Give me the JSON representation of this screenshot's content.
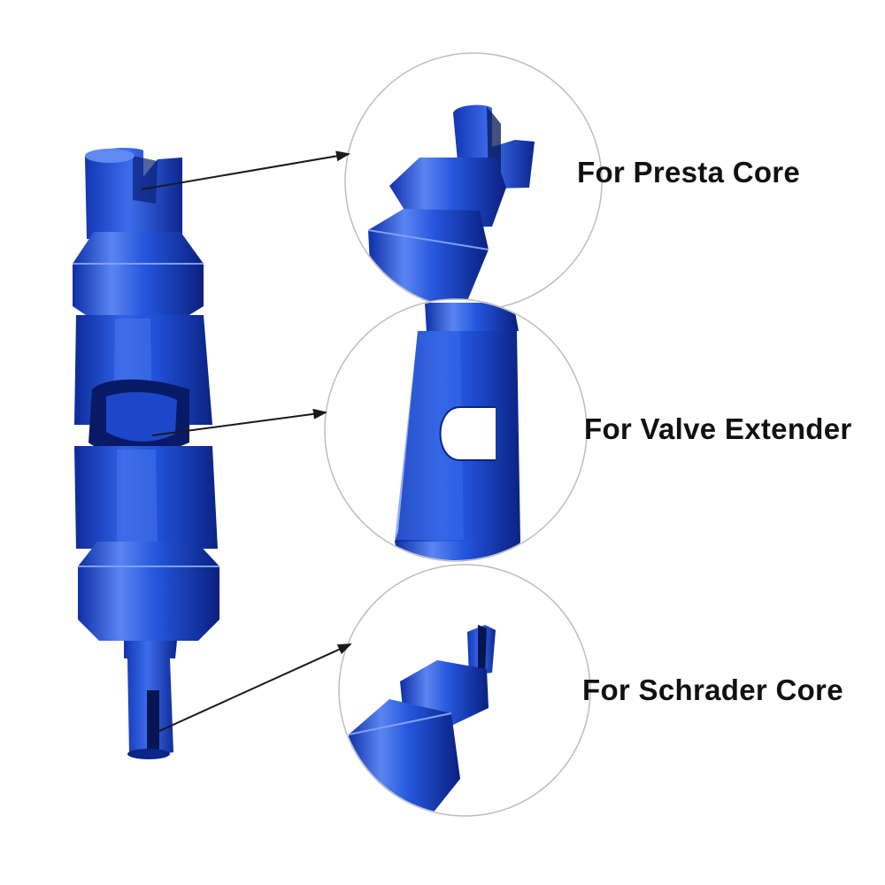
{
  "labels": {
    "presta": "For Presta Core",
    "extender": "For Valve Extender",
    "schrader": "For Schrader Core"
  },
  "colors": {
    "tool_blue": "#1f4fd6",
    "tool_blue_dark": "#0d2a9a",
    "tool_blue_light": "#4f7cf0",
    "circle_stroke": "#bdbdbd",
    "arrow": "#1a1a1a"
  }
}
